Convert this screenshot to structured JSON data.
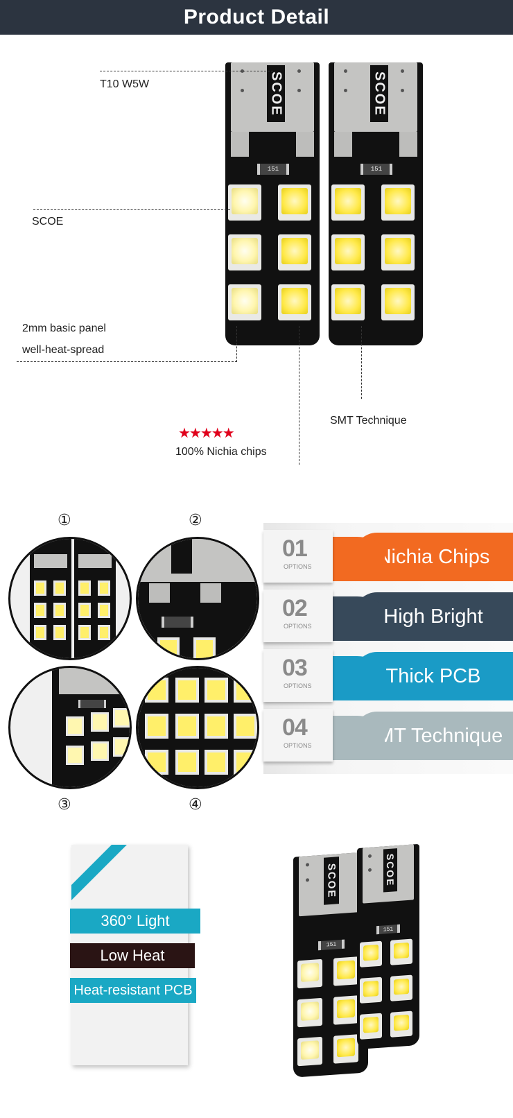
{
  "header": {
    "title": "Product Detail"
  },
  "callouts": {
    "model": "T10 W5W",
    "brand": "SCOE",
    "panel_line1": "2mm basic panel",
    "panel_line2": "well-heat-spread",
    "smt": "SMT Technique",
    "stars": "★★★★★",
    "chips": "100% Nichia chips"
  },
  "board": {
    "brand": "SCOE",
    "resistor": "151"
  },
  "circles": {
    "marks": [
      "①",
      "②",
      "③",
      "④"
    ]
  },
  "options": [
    {
      "number": "01",
      "sub": "OPTIONS",
      "label": "Nichia Chips",
      "color": "#f26a21"
    },
    {
      "number": "02",
      "sub": "OPTIONS",
      "label": "High Bright",
      "color": "#37495a"
    },
    {
      "number": "03",
      "sub": "OPTIONS",
      "label": "Thick PCB",
      "color": "#1a9bc6"
    },
    {
      "number": "04",
      "sub": "OPTIONS",
      "label": "SMT Technique",
      "color": "#a9b9bd"
    }
  ],
  "features": [
    {
      "label": "360° Light",
      "color": "#1aa8c4"
    },
    {
      "label": "Low Heat",
      "color": "#2a1414"
    },
    {
      "label": "Heat-resistant PCB",
      "color": "#1aa8c4"
    }
  ],
  "bottom_board": {
    "brand": "SCOE",
    "resistor": "151"
  }
}
